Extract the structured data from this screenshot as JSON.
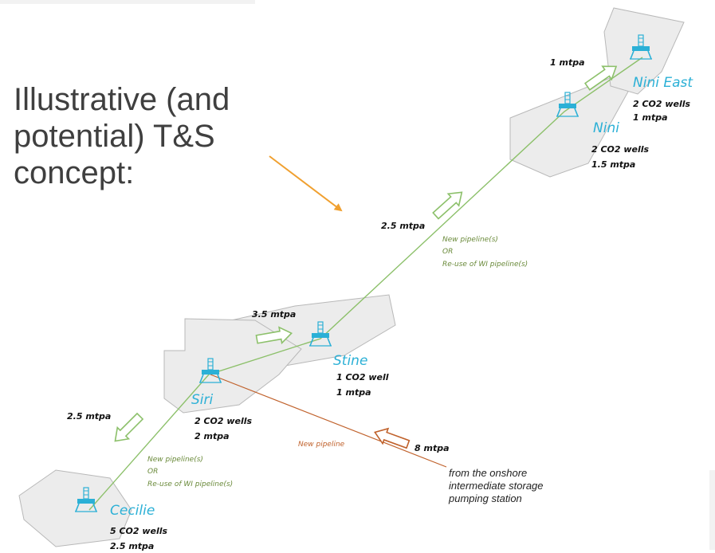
{
  "heading": {
    "line1": "Illustrative (and",
    "line2": "potential) T&S",
    "line3": "concept:"
  },
  "fields": {
    "nini_east": {
      "name": "Nini East",
      "wells": "2 CO2 wells",
      "rate": "1 mtpa"
    },
    "nini": {
      "name": "Nini",
      "wells": "2 CO2 wells",
      "rate": "1.5 mtpa"
    },
    "stine": {
      "name": "Stine",
      "wells": "1 CO2 well",
      "rate": "1 mtpa"
    },
    "siri": {
      "name": "Siri",
      "wells": "2 CO2 wells",
      "rate": "2 mtpa"
    },
    "cecilie": {
      "name": "Cecilie",
      "wells": "5 CO2 wells",
      "rate": "2.5 mtpa"
    }
  },
  "flows": {
    "to_nini_east": "1 mtpa",
    "to_nini": "2.5 mtpa",
    "to_stine": "3.5 mtpa",
    "to_cecilie": "2.5 mtpa",
    "inflow": "8 mtpa"
  },
  "pipeline_notes": {
    "upper": {
      "l1": "New pipeline(s)",
      "l2": "OR",
      "l3": "Re-use of WI pipeline(s)"
    },
    "lower": {
      "l1": "New pipeline(s)",
      "l2": "OR",
      "l3": "Re-use of WI pipeline(s)"
    },
    "onshore": "New pipeline"
  },
  "source": {
    "l1": "from the onshore",
    "l2": "intermediate storage",
    "l3": "pumping station"
  },
  "colors": {
    "field_fill": "#ececec",
    "field_stroke": "#b8b8b8",
    "pipeline_green": "#8cc06a",
    "pipeline_orange": "#c0612b",
    "name_blue": "#2bb0d6",
    "pointer": "#f0a030"
  }
}
